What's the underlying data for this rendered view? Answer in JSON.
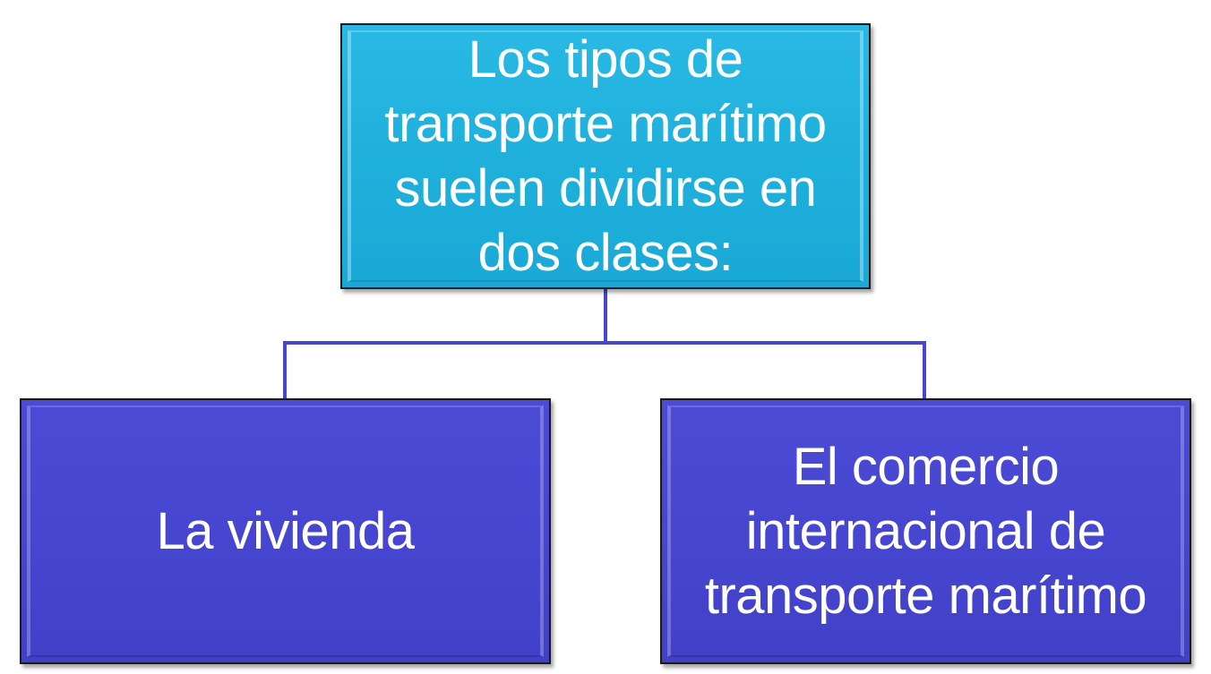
{
  "diagram": {
    "root": {
      "lines": [
        "Los tipos de",
        "transporte marítimo",
        "suelen dividirse en",
        "dos clases:"
      ]
    },
    "children": [
      {
        "lines": [
          "La vivienda"
        ]
      },
      {
        "lines": [
          "El comercio",
          "internacional de",
          "transporte marítimo"
        ]
      }
    ],
    "colors": {
      "root_fill": "#1fb0dc",
      "child_fill": "#4646d0",
      "connector": "#4646d0",
      "text": "#ffffff",
      "border": "#1a1a1a"
    }
  }
}
